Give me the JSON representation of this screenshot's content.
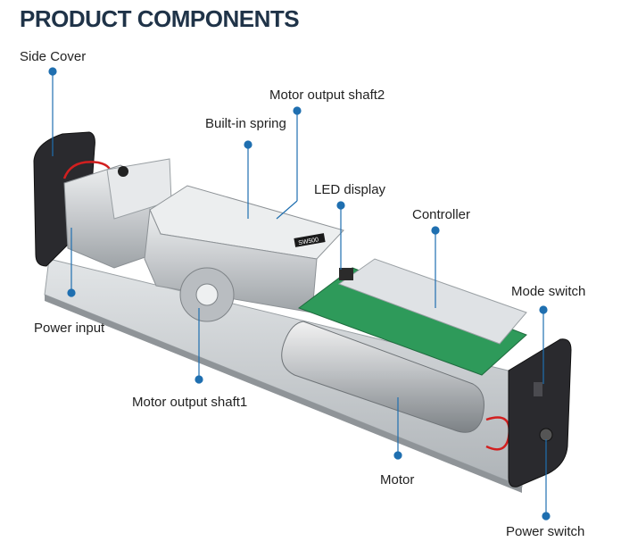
{
  "title": "PRODUCT COMPONENTS",
  "callouts": {
    "side_cover": "Side Cover",
    "motor_output_shaft2": "Motor output shaft2",
    "built_in_spring": "Built-in spring",
    "led_display": "LED display",
    "controller": "Controller",
    "mode_switch": "Mode switch",
    "power_input": "Power input",
    "motor_output_shaft1": "Motor output shaft1",
    "motor": "Motor",
    "power_switch": "Power switch"
  },
  "device_marking": "SW500",
  "colors": {
    "title": "#1f3348",
    "leader": "#1f6fb0",
    "rail": "#c9cdd1",
    "steel": "#d4d6d8",
    "board": "#2e9a5a",
    "cover": "#2a2a2e",
    "controller_box": "#dfe2e5"
  }
}
